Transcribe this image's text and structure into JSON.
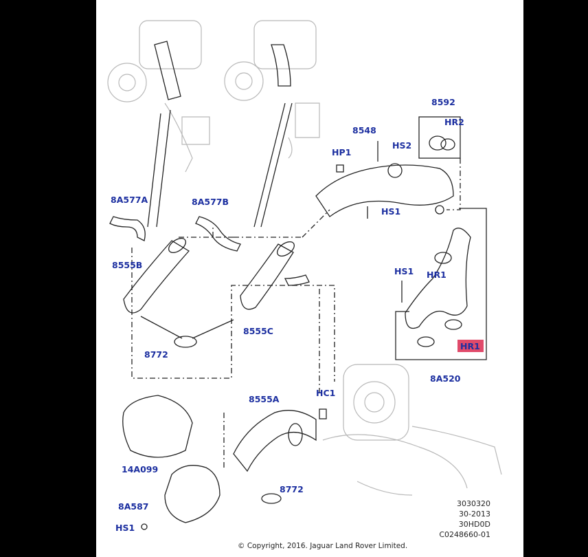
{
  "colors": {
    "label": "#1c2fa0",
    "highlight": "#e04a6a",
    "line": "#222222",
    "ghost": "#b8b8b8",
    "background": "#000000",
    "sheet": "#ffffff"
  },
  "labels": {
    "l8592": "8592",
    "lHR2": "HR2",
    "l8548": "8548",
    "lHP1": "HP1",
    "lHS2": "HS2",
    "lHS1a": "HS1",
    "l8A577A": "8A577A",
    "l8A577B": "8A577B",
    "l8555B": "8555B",
    "lHS1b": "HS1",
    "lHR1a": "HR1",
    "l8772a": "8772",
    "l8555C": "8555C",
    "lHR1b": "HR1",
    "l8A520": "8A520",
    "lHC1": "HC1",
    "l8555A": "8555A",
    "l14A099": "14A099",
    "l8A587": "8A587",
    "l8772b": "8772",
    "lHS1c": "HS1"
  },
  "reference": {
    "line1": "3030320",
    "line2": "30-2013",
    "line3": "30HD0D",
    "line4": "C0248660-01"
  },
  "copyright": "© Copyright, 2016. Jaguar Land Rover Limited."
}
